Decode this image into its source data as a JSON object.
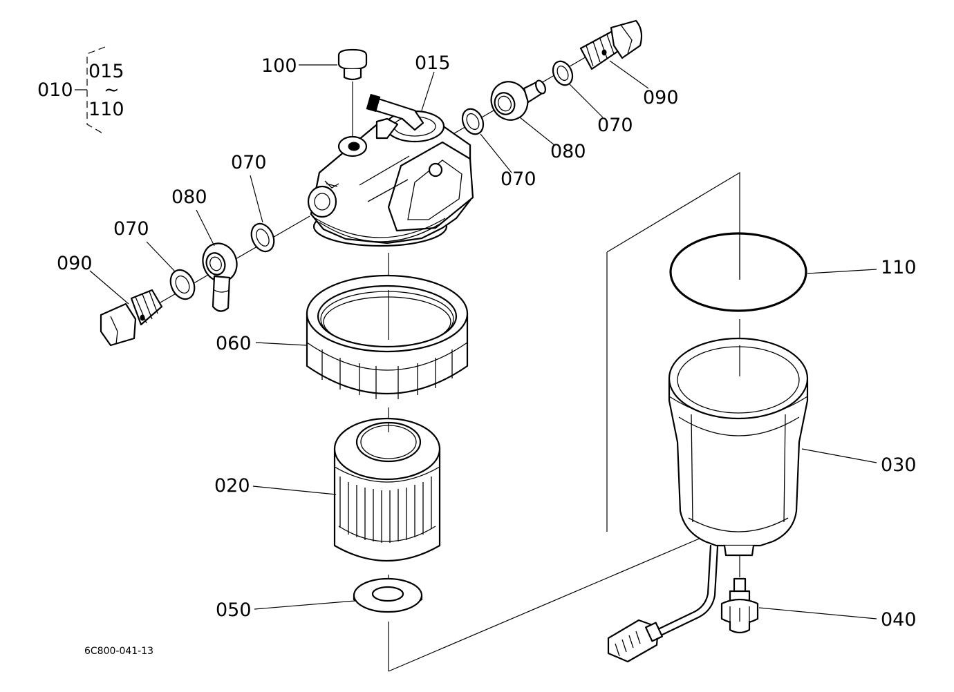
{
  "labels": {
    "group_010": "010",
    "group_015": "015",
    "group_tilde": "~",
    "group_110": "110",
    "part_100": "100",
    "part_015": "015",
    "part_070_right_lower": "070",
    "part_080_right": "080",
    "part_070_right_upper": "070",
    "part_090_right": "090",
    "part_070_left_upper": "070",
    "part_080_left": "080",
    "part_070_left_lower": "070",
    "part_090_left": "090",
    "part_060": "060",
    "part_020": "020",
    "part_050": "050",
    "part_110": "110",
    "part_030": "030",
    "part_040": "040",
    "drawing_code": "6C800-041-13"
  }
}
